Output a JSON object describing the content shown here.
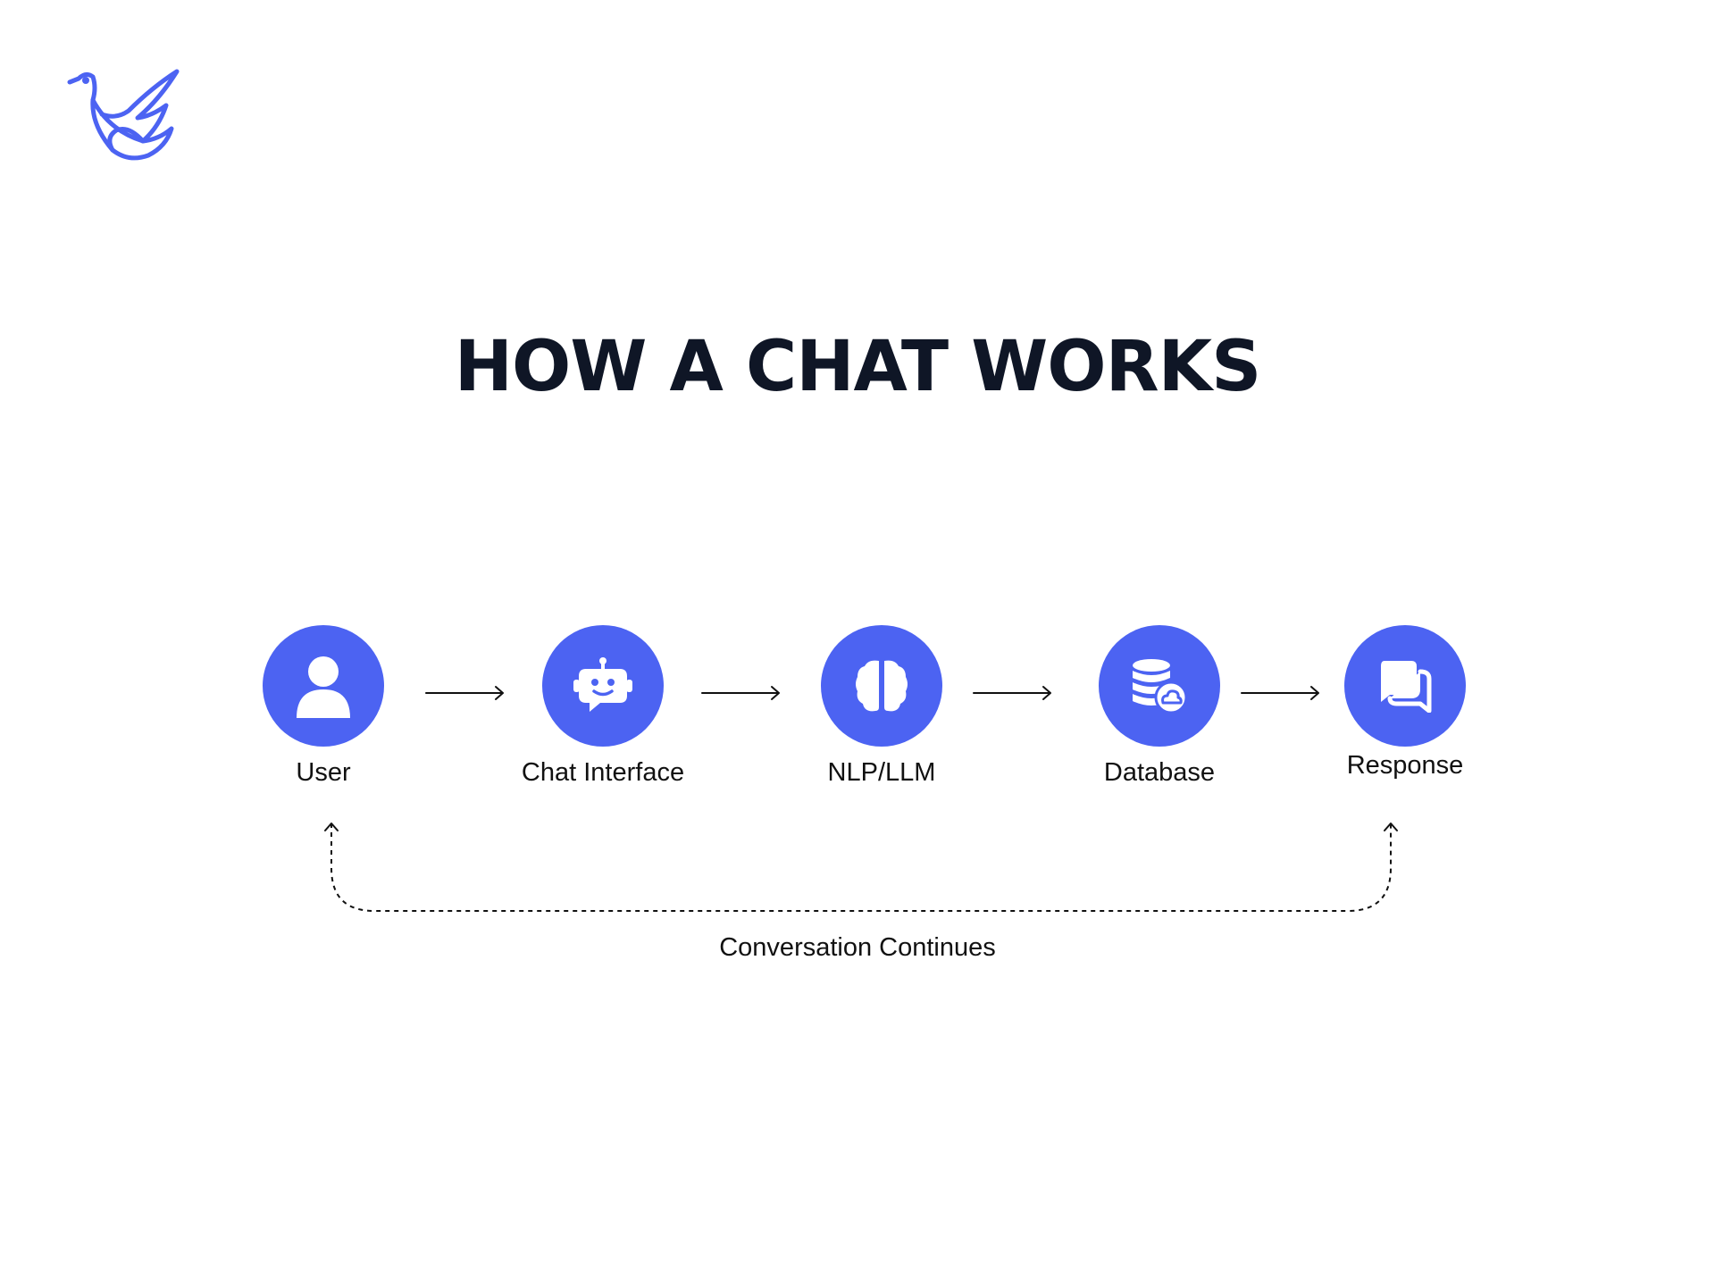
{
  "colors": {
    "accent": "#4c63f2",
    "text": "#0f1626",
    "background": "#ffffff"
  },
  "logo": {
    "icon": "dove-icon"
  },
  "title": "HOW A CHAT WORKS",
  "steps": [
    {
      "label": "User",
      "icon": "user-icon"
    },
    {
      "label": "Chat Interface",
      "icon": "robot-chat-icon"
    },
    {
      "label": "NLP/LLM",
      "icon": "brain-icon"
    },
    {
      "label": "Database",
      "icon": "database-cloud-icon"
    },
    {
      "label": "Response",
      "icon": "chat-bubbles-icon"
    }
  ],
  "loop": {
    "label": "Conversation Continues",
    "from": "Response",
    "to": "User"
  }
}
